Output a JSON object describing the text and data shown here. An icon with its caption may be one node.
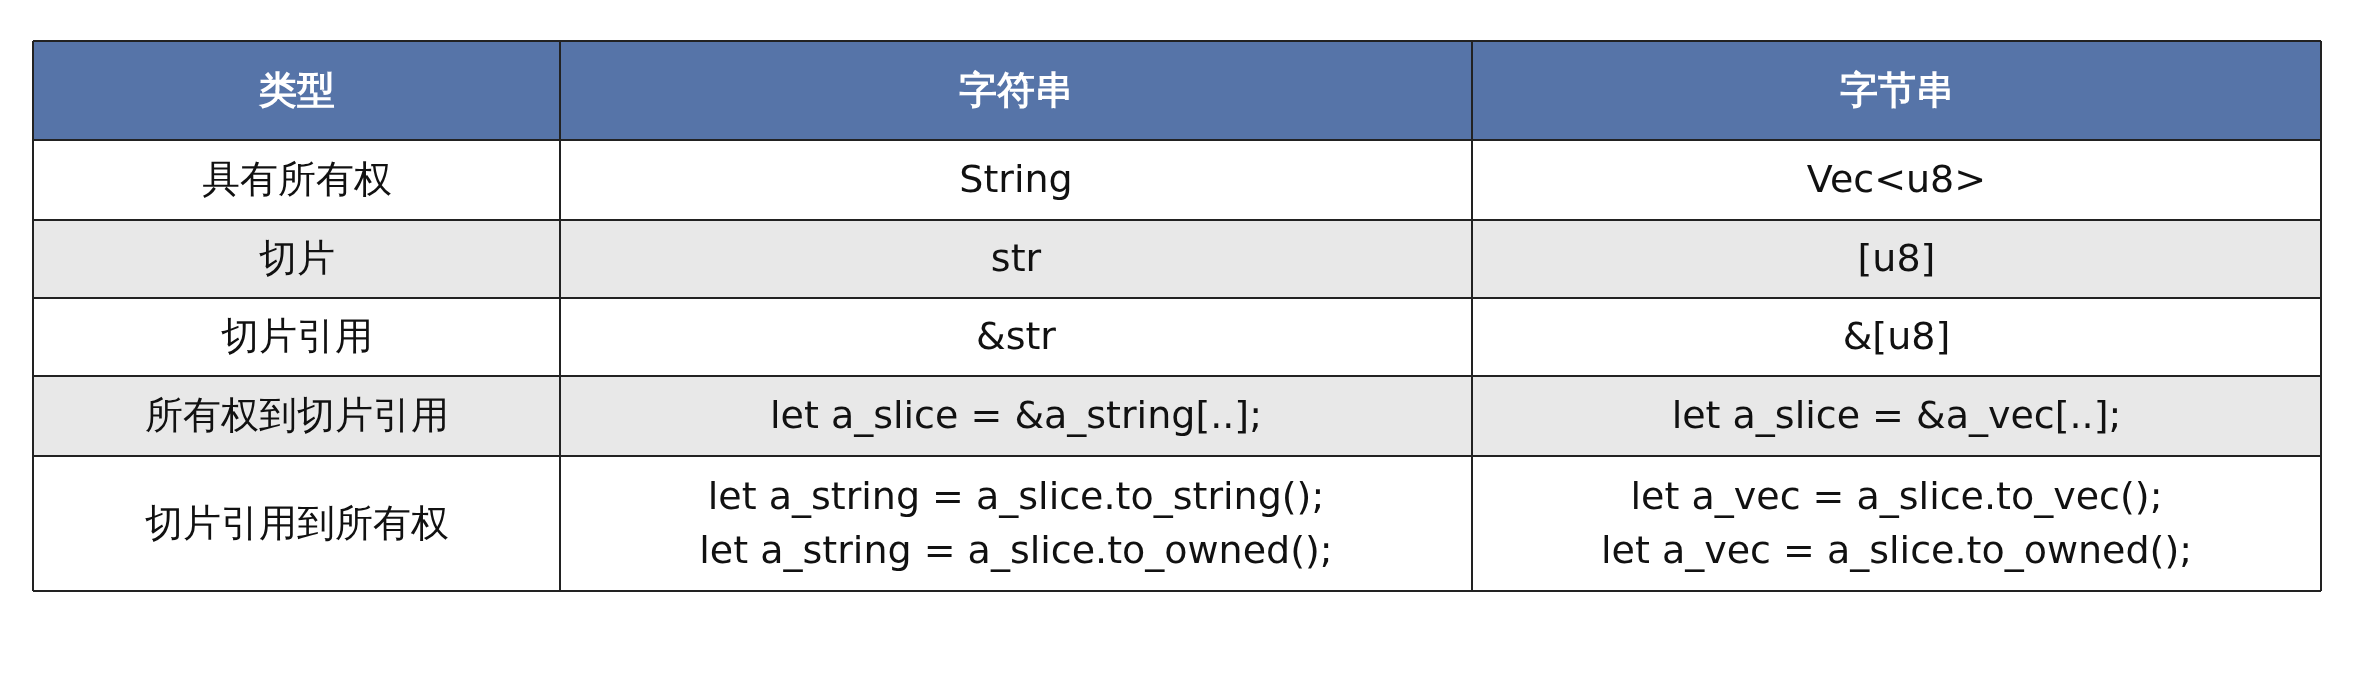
{
  "diagram": {
    "labels": [
      "类型",
      "字符串",
      "字节串",
      "具有所有权",
      "String",
      "Vec<u8>",
      "切片",
      "str",
      "[u8]",
      "切片引用",
      "&str",
      "&[u8]",
      "所有权到切片引用",
      "let a_slice = &a_string[..];",
      "let a_slice = &a_vec[..];",
      "切片引用到所有权",
      "let a_string = a_slice.to_string();",
      "let a_string = a_slice.to_owned();",
      "let a_vec = a_slice.to_vec();",
      "let a_vec = a_slice.to_owned();"
    ]
  }
}
